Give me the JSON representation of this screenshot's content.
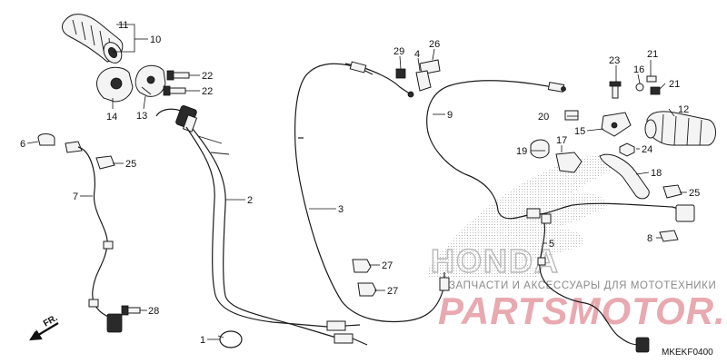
{
  "diagram": {
    "code": "MKEKF0400",
    "front_label": "FR.",
    "watermark": {
      "brand_text": "HONDA",
      "shop_line": "ЗАПЧАСТИ И АКСЕССУАРЫ ДЛЯ МОТОТЕХНИКИ",
      "site": "PARTSMOTOR.RU"
    },
    "callouts": [
      {
        "id": "1",
        "label": "1"
      },
      {
        "id": "2",
        "label": "2"
      },
      {
        "id": "3",
        "label": "3"
      },
      {
        "id": "4",
        "label": "4"
      },
      {
        "id": "5",
        "label": "5"
      },
      {
        "id": "6",
        "label": "6"
      },
      {
        "id": "7",
        "label": "7"
      },
      {
        "id": "8",
        "label": "8"
      },
      {
        "id": "9",
        "label": "9"
      },
      {
        "id": "10",
        "label": "10"
      },
      {
        "id": "11",
        "label": "11"
      },
      {
        "id": "12",
        "label": "12"
      },
      {
        "id": "13",
        "label": "13"
      },
      {
        "id": "14",
        "label": "14"
      },
      {
        "id": "15",
        "label": "15"
      },
      {
        "id": "16",
        "label": "16"
      },
      {
        "id": "17",
        "label": "17"
      },
      {
        "id": "18",
        "label": "18"
      },
      {
        "id": "19",
        "label": "19"
      },
      {
        "id": "20",
        "label": "20"
      },
      {
        "id": "21a",
        "label": "21"
      },
      {
        "id": "21b",
        "label": "21"
      },
      {
        "id": "22a",
        "label": "22"
      },
      {
        "id": "22b",
        "label": "22"
      },
      {
        "id": "23",
        "label": "23"
      },
      {
        "id": "24",
        "label": "24"
      },
      {
        "id": "25a",
        "label": "25"
      },
      {
        "id": "25b",
        "label": "25"
      },
      {
        "id": "26",
        "label": "26"
      },
      {
        "id": "27a",
        "label": "27"
      },
      {
        "id": "27b",
        "label": "27"
      },
      {
        "id": "28",
        "label": "28"
      },
      {
        "id": "29",
        "label": "29"
      }
    ]
  }
}
